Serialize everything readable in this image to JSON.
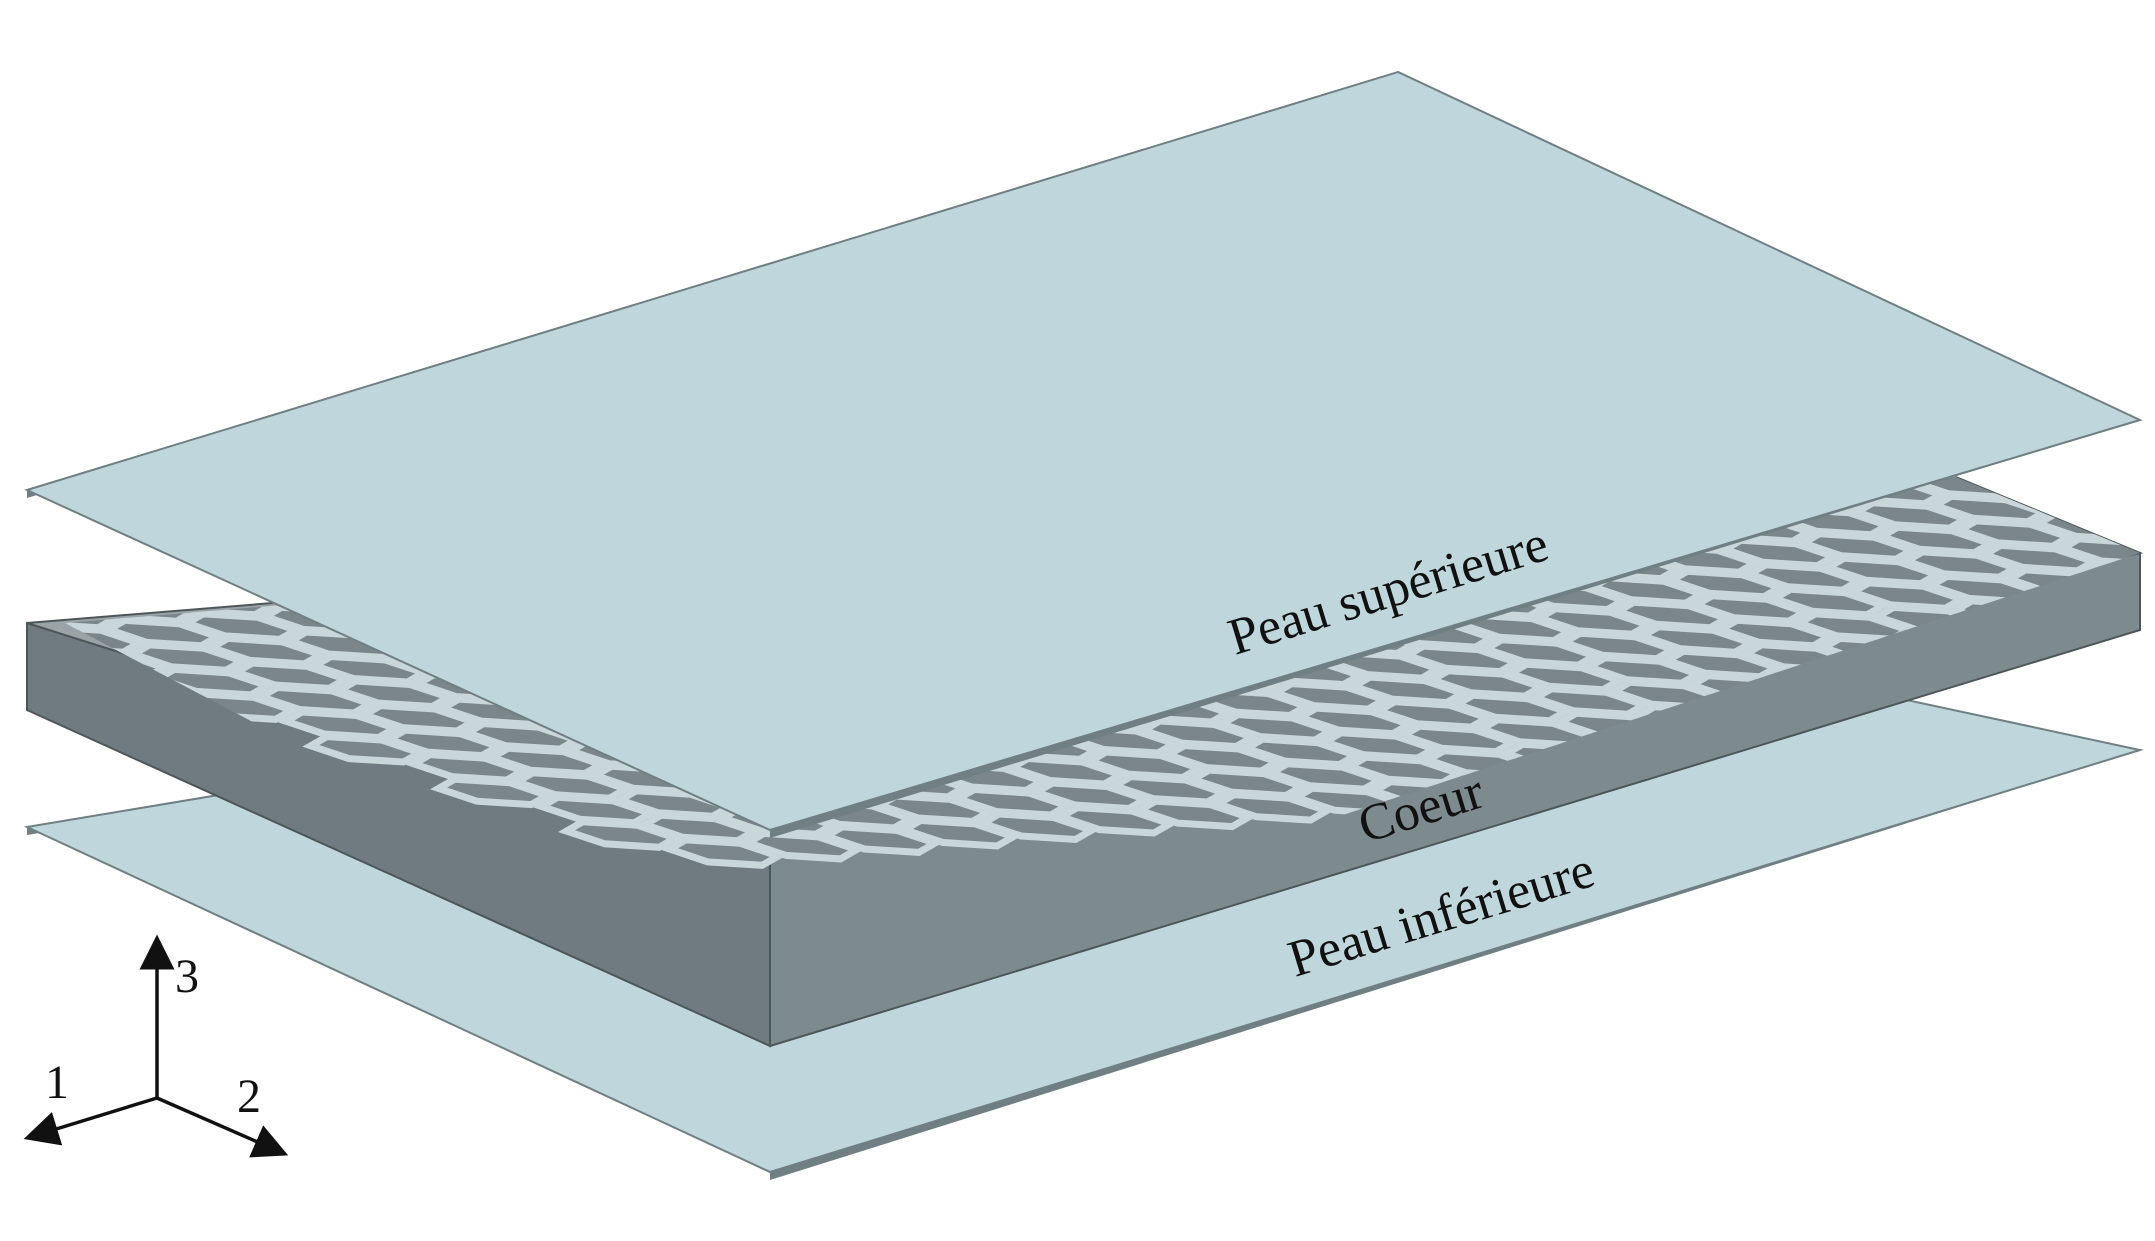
{
  "labels": {
    "top_skin": "Peau supérieure",
    "core": "Coeur",
    "bottom_skin": "Peau inférieure"
  },
  "axes": {
    "axis_1": "1",
    "axis_2": "2",
    "axis_3": "3"
  },
  "colors": {
    "skin": "#bfd7dc",
    "skin_edge": "#6f7f84",
    "core_top": "#9aa4a7",
    "core_front": "#6f7b80",
    "core_side": "#7d8a8e",
    "cell_fill": "#7a868a",
    "cell_wall_light": "#c9d6da",
    "ink": "#111111"
  }
}
